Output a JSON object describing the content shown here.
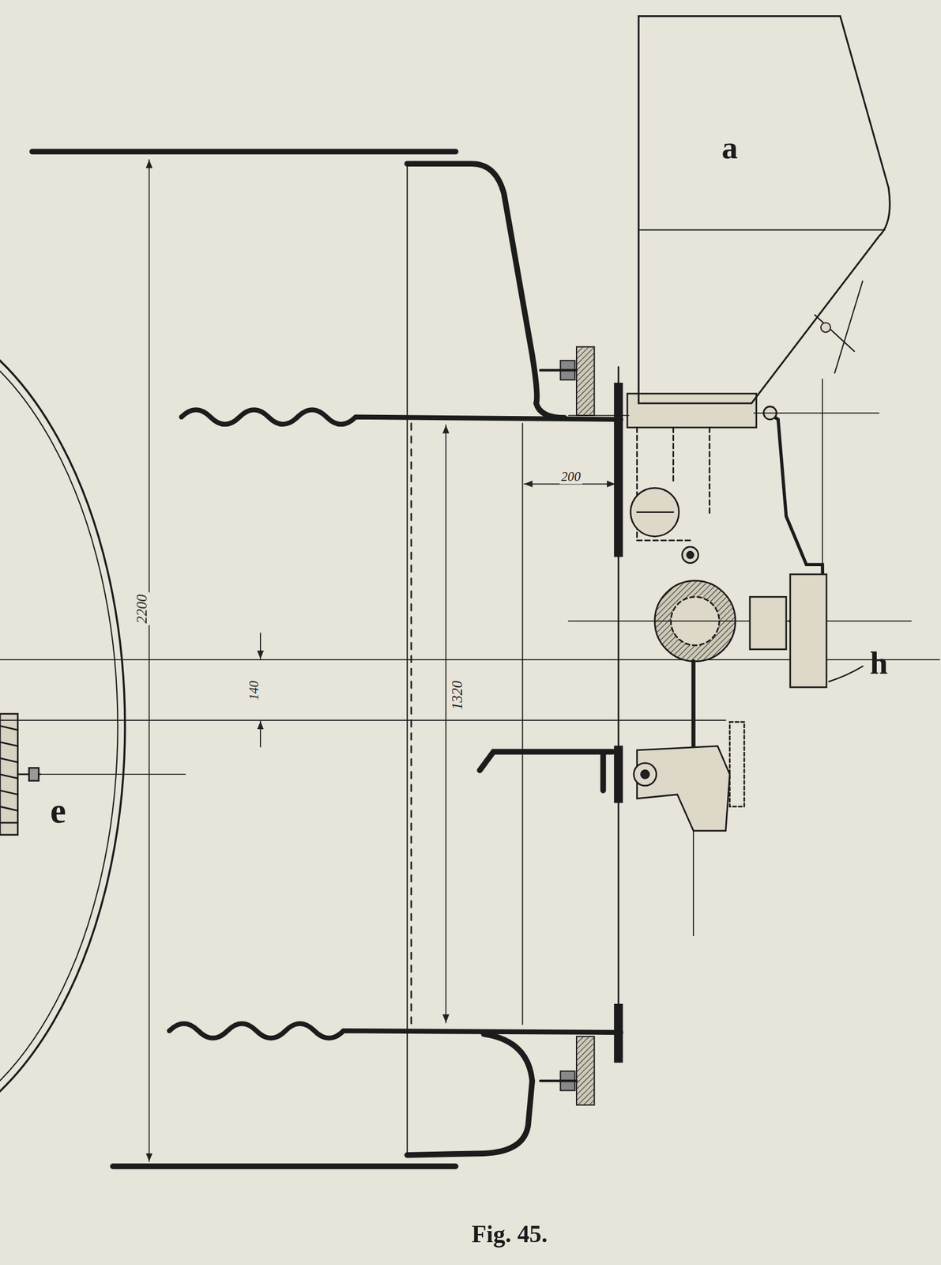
{
  "diagram": {
    "caption": "Fig. 45.",
    "nodes": [
      {
        "text": [
          "a"
        ]
      }
    ],
    "labels": [
      "2200",
      "1320",
      "200",
      "140",
      "e",
      "h"
    ]
  }
}
